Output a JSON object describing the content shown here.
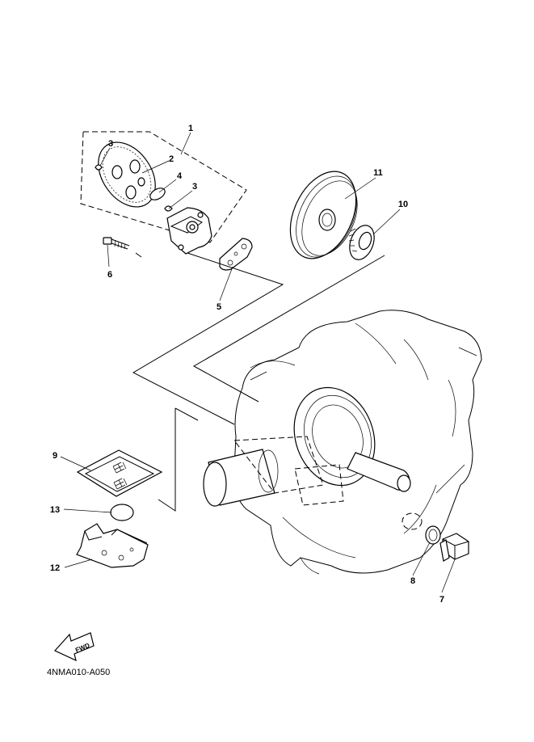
{
  "diagram_code": "4NMA010-A050",
  "fwd_label": "FWD",
  "callouts": {
    "p1": "1",
    "p2": "2",
    "p3a": "3",
    "p3b": "3",
    "p4": "4",
    "p5": "5",
    "p6": "6",
    "p7": "7",
    "p8": "8",
    "p9": "9",
    "p10": "10",
    "p11": "11",
    "p12": "12",
    "p13": "13"
  }
}
